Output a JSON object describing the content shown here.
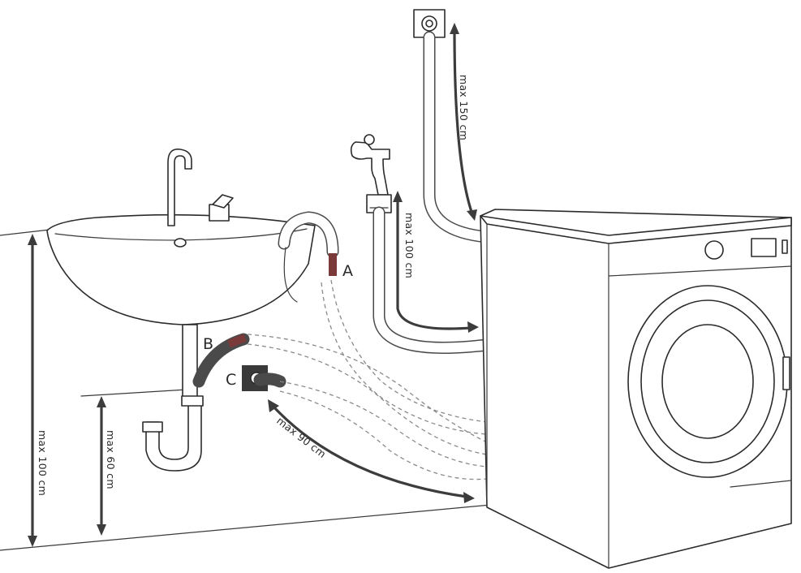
{
  "labels": {
    "a": "A",
    "b": "B",
    "c": "C"
  },
  "dimensions": {
    "wall_outlet": "max 150 cm",
    "tap": "max 100 cm",
    "sink_height": "max 100 cm",
    "outlet_height": "max 60 cm",
    "drain_distance": "max 90 cm"
  },
  "colors": {
    "line": "#2b2b2b",
    "hose": "#4a4a4a",
    "accent": "#7a3a3a",
    "dashed": "#8a8a8a"
  }
}
